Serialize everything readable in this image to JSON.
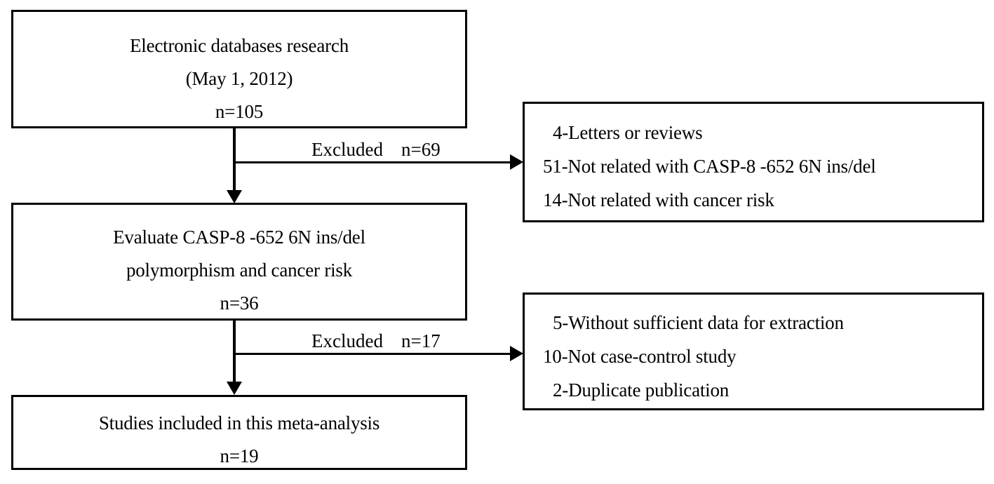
{
  "diagram": {
    "title": "PRISMA study selection flow diagram",
    "type": "flowchart",
    "background_color": "#ffffff",
    "line_color": "#000000",
    "text_color": "#000000"
  },
  "nodes": {
    "records_identified": {
      "id": "box1",
      "lines": [
        "Electronic databases research",
        "(May 1, 2012)",
        "n=105"
      ],
      "count_label": "n=105",
      "count": 105,
      "align": "center"
    },
    "eligible_studies": {
      "id": "box2",
      "lines": [
        "Evaluate CASP-8 -652 6N ins/del",
        "polymorphism and cancer risk",
        "n=36"
      ],
      "count_label": "n=36",
      "count": 36,
      "align": "center"
    },
    "included_studies": {
      "id": "box3",
      "lines": [
        "Studies included in this meta-analysis",
        "n=19"
      ],
      "count_label": "n=19",
      "count": 19,
      "align": "center"
    },
    "exclusions_stage1": {
      "id": "box4",
      "lines": [
        "4-Letters or reviews",
        "51-Not related with CASP-8 -652 6N ins/del",
        "14-Not related with cancer risk"
      ],
      "align": "left",
      "reasons": [
        {
          "count": 4,
          "reason": "Letters or reviews"
        },
        {
          "count": 51,
          "reason": "Not related with CASP-8 -652 6N ins/del"
        },
        {
          "count": 14,
          "reason": "Not related with cancer risk"
        }
      ]
    },
    "exclusions_stage2": {
      "id": "box5",
      "lines": [
        "5-Without sufficient data for extraction",
        "10-Not case-control study",
        "2-Duplicate publication"
      ],
      "align": "left",
      "reasons": [
        {
          "count": 5,
          "reason": "Without sufficient data for extraction"
        },
        {
          "count": 10,
          "reason": "Not case-control study"
        },
        {
          "count": 2,
          "reason": "Duplicate publication"
        }
      ]
    }
  },
  "edges": {
    "exclusion_1": {
      "label_word": "Excluded",
      "label_count": "n=69",
      "count": 69,
      "from": "records_identified",
      "to": "exclusions_stage1"
    },
    "exclusion_2": {
      "label_word": "Excluded",
      "label_count": "n=17",
      "count": 17,
      "from": "eligible_studies",
      "to": "exclusions_stage2"
    }
  }
}
